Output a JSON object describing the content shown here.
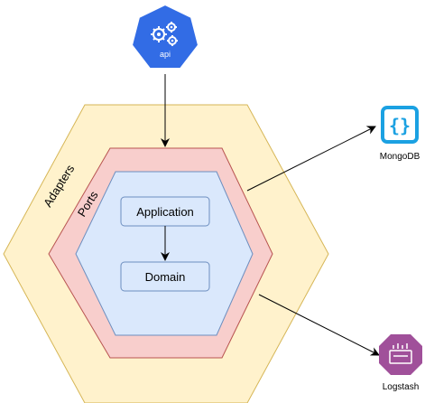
{
  "nodes": {
    "api": {
      "label": "api"
    },
    "adapters": {
      "label": "Adapters"
    },
    "ports": {
      "label": "Ports"
    },
    "application": {
      "label": "Application"
    },
    "domain": {
      "label": "Domain"
    },
    "mongodb": {
      "label": "MongoDB"
    },
    "logstash": {
      "label": "Logstash"
    }
  },
  "edges": [
    {
      "from": "api",
      "to": "ports"
    },
    {
      "from": "application",
      "to": "domain"
    },
    {
      "from": "adapters",
      "to": "mongodb"
    },
    {
      "from": "adapters",
      "to": "logstash"
    }
  ],
  "colors": {
    "adapters_fill": "#fff2cc",
    "adapters_stroke": "#d6b656",
    "ports_fill": "#f8cecc",
    "ports_stroke": "#b85450",
    "core_fill": "#dae8fc",
    "core_stroke": "#6c8ebf",
    "api_fill": "#326ce5",
    "mongodb_accent": "#1ba1e2",
    "logstash_accent": "#a0509a"
  }
}
